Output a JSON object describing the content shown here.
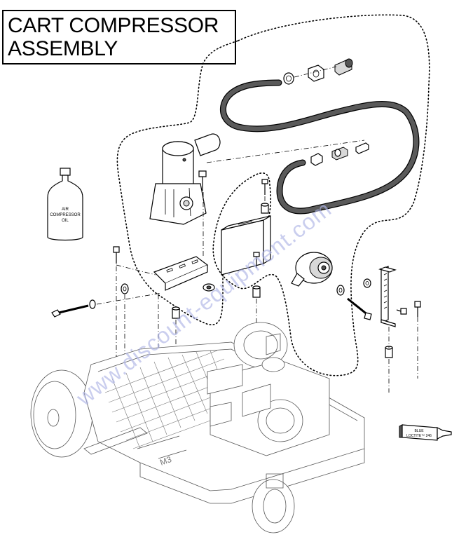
{
  "title": {
    "line1": "CART COMPRESSOR",
    "line2": "ASSEMBLY"
  },
  "oil_bottle": {
    "line1": "AIR",
    "line2": "COMPRESSOR",
    "line3": "OIL"
  },
  "loctite_tube": {
    "line1": "BLUE",
    "line2": "LOCTITE™ 246"
  },
  "watermark": "www.discount-equipment.com",
  "colors": {
    "watermark": "#aeb4e6",
    "hose": "#5a5a5a",
    "line": "#000000"
  }
}
